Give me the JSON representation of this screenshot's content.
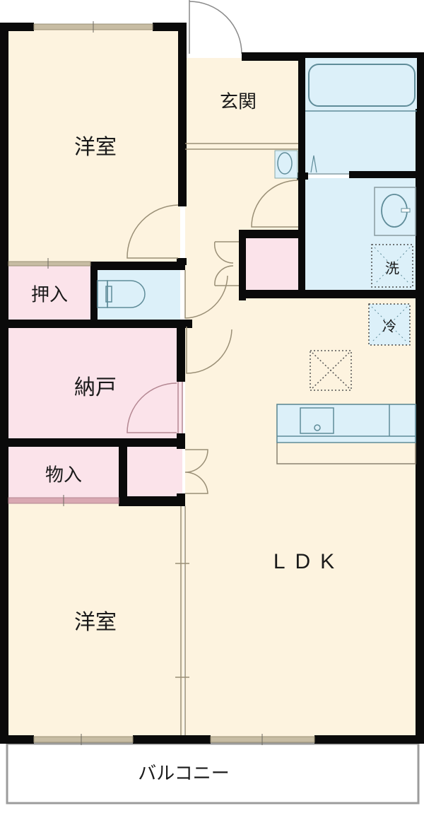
{
  "floor_plan": {
    "colors": {
      "room_beige": "#fdf3df",
      "storage_pink": "#fbe3ea",
      "wet_blue": "#dcf0f9",
      "wall": "#0a0a0a",
      "window": "#b7ac92",
      "fixture_line": "#5f8c99",
      "balcony": "#ffffff"
    },
    "rooms": [
      {
        "id": "western-room-1",
        "label": "洋室"
      },
      {
        "id": "entrance",
        "label": "玄関"
      },
      {
        "id": "closet-oshiire",
        "label": "押入"
      },
      {
        "id": "storeroom-nando",
        "label": "納戸"
      },
      {
        "id": "storage-monoire",
        "label": "物入"
      },
      {
        "id": "western-room-2",
        "label": "洋室"
      },
      {
        "id": "ldk",
        "label": "LDK"
      },
      {
        "id": "balcony",
        "label": "バルコニー"
      }
    ],
    "fixtures": {
      "washer": "洗",
      "fridge": "冷"
    }
  }
}
